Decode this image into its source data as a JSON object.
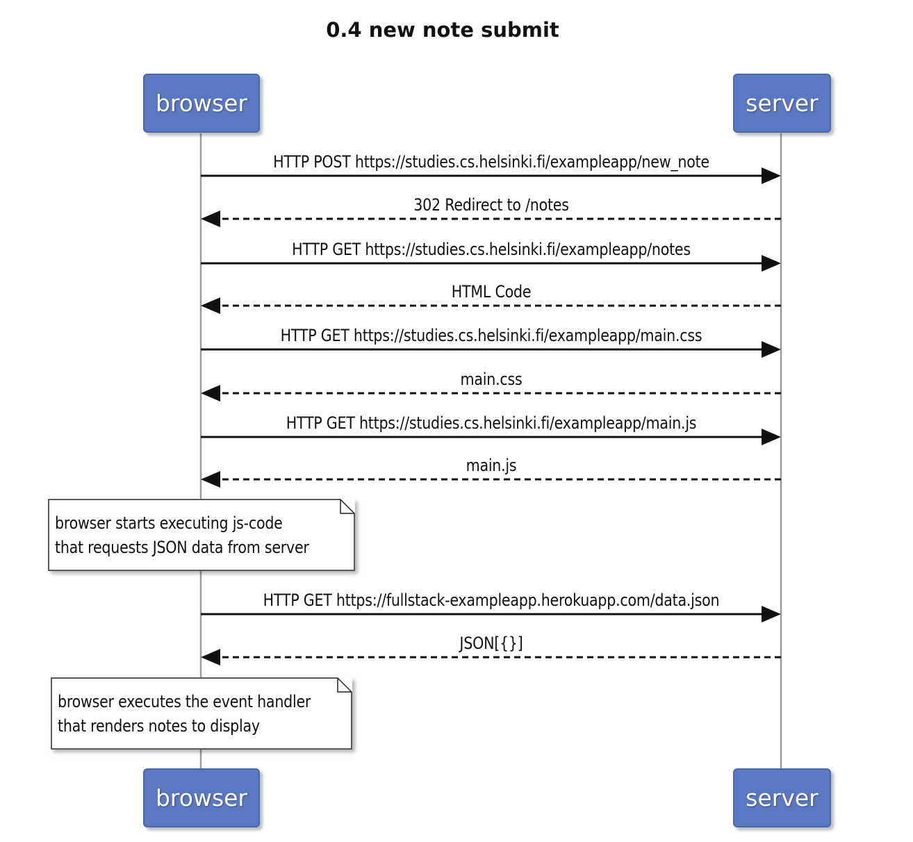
{
  "title": "0.4 new note submit",
  "participants": {
    "browser": "browser",
    "server": "server"
  },
  "messages": [
    {
      "label": "HTTP POST https://studies.cs.helsinki.fi/exampleapp/new_note",
      "from": "browser",
      "to": "server",
      "style": "solid"
    },
    {
      "label": "302 Redirect to /notes",
      "from": "server",
      "to": "browser",
      "style": "dashed"
    },
    {
      "label": "HTTP GET https://studies.cs.helsinki.fi/exampleapp/notes",
      "from": "browser",
      "to": "server",
      "style": "solid"
    },
    {
      "label": "HTML Code",
      "from": "server",
      "to": "browser",
      "style": "dashed"
    },
    {
      "label": "HTTP GET https://studies.cs.helsinki.fi/exampleapp/main.css",
      "from": "browser",
      "to": "server",
      "style": "solid"
    },
    {
      "label": "main.css",
      "from": "server",
      "to": "browser",
      "style": "dashed"
    },
    {
      "label": "HTTP GET https://studies.cs.helsinki.fi/exampleapp/main.js",
      "from": "browser",
      "to": "server",
      "style": "solid"
    },
    {
      "label": "main.js",
      "from": "server",
      "to": "browser",
      "style": "dashed"
    },
    {
      "label": "HTTP GET https://fullstack-exampleapp.herokuapp.com/data.json",
      "from": "browser",
      "to": "server",
      "style": "solid"
    },
    {
      "label": "JSON[{}]",
      "from": "server",
      "to": "browser",
      "style": "dashed"
    }
  ],
  "notes": [
    {
      "lines": [
        "browser starts executing js-code",
        "that requests JSON data from server"
      ]
    },
    {
      "lines": [
        "browser executes the event handler",
        "that renders notes to display"
      ]
    }
  ],
  "colors": {
    "participant_fill": "#5b79c3",
    "participant_text": "#ffffff",
    "lifeline": "#9a9a9a",
    "arrow": "#111111",
    "note_border": "#222222"
  }
}
